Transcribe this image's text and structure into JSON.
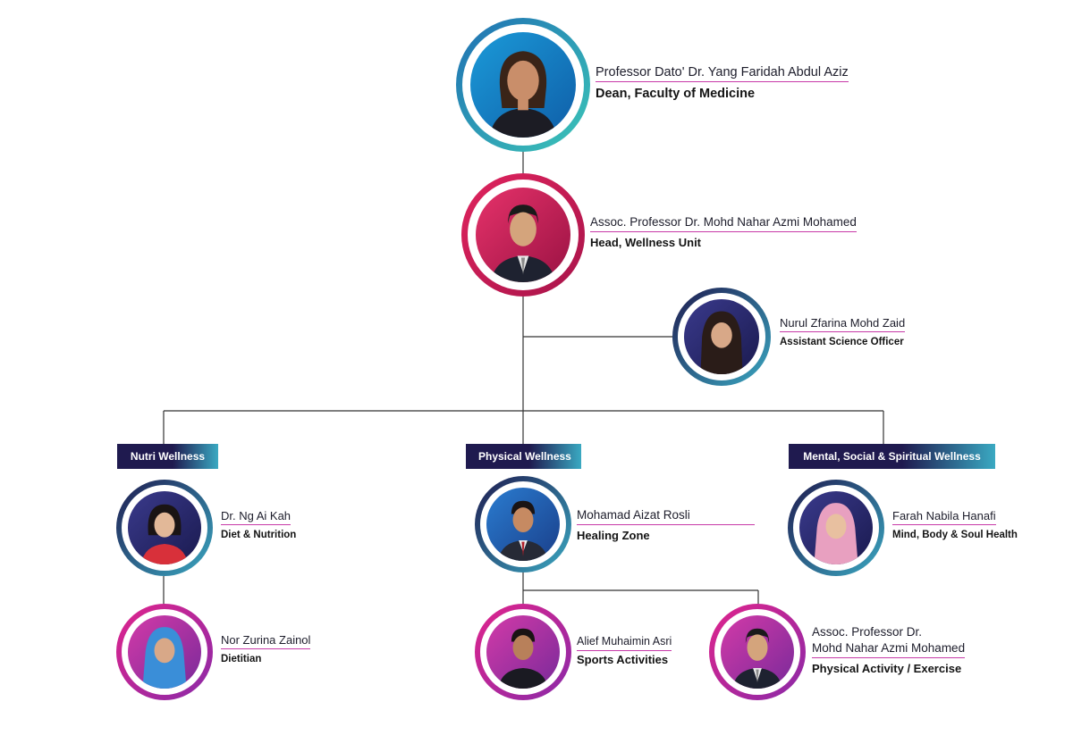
{
  "dean": {
    "name": "Professor Dato' Dr. Yang Faridah Abdul Aziz",
    "role": "Dean, Faculty of Medicine",
    "icon": "person-portrait-icon"
  },
  "head": {
    "name": "Assoc. Professor Dr. Mohd Nahar Azmi Mohamed",
    "role": "Head, Wellness Unit",
    "icon": "person-portrait-icon"
  },
  "officer": {
    "name": "Nurul Zfarina Mohd Zaid",
    "role": "Assistant Science Officer",
    "icon": "person-portrait-icon"
  },
  "categories": {
    "nutri": "Nutri Wellness",
    "physical": "Physical Wellness",
    "mental": "Mental, Social & Spiritual Wellness"
  },
  "nutri_lead": {
    "name": "Dr. Ng Ai Kah",
    "role": "Diet & Nutrition"
  },
  "nutri_staff": {
    "name": "Nor Zurina Zainol",
    "role": "Dietitian"
  },
  "physical_lead": {
    "name": "Mohamad Aizat Rosli",
    "role": "Healing Zone"
  },
  "physical_staff1": {
    "name": "Alief Muhaimin Asri",
    "role": "Sports Activities"
  },
  "physical_staff2": {
    "name_line1": "Assoc. Professor Dr.",
    "name_line2": "Mohd Nahar Azmi Mohamed",
    "role": "Physical Activity / Exercise"
  },
  "mental_lead": {
    "name": "Farah Nabila Hanafi",
    "role": "Mind, Body & Soul Health"
  },
  "colors": {
    "connector": "#333333",
    "ring_teal_start": "#1f6fb3",
    "ring_teal_end": "#3cc6b8",
    "ring_red_start": "#e0245e",
    "ring_red_end": "#a8144a",
    "ring_navy_start": "#1f1a4f",
    "ring_navy_end": "#3aa9c2",
    "ring_magenta_start": "#e0248c",
    "ring_magenta_end": "#8a2aa8",
    "name_underline": "#c73aa8",
    "category_bg": "#1f1a4f",
    "category_accent": "#3aa9c2"
  }
}
